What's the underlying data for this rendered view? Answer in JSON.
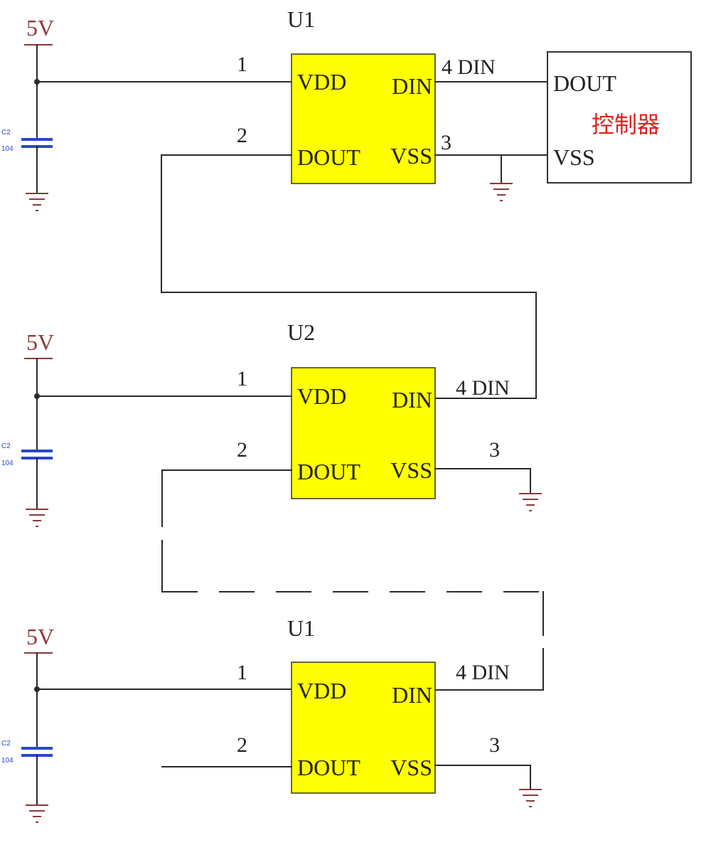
{
  "colors": {
    "chip_fill": "#ffff00",
    "power_label": "#8b3a3a",
    "capacitor": "#2b47c7",
    "controller_label": "#e02020",
    "wire": "#2a2a2a"
  },
  "stages": [
    {
      "ref": "U1",
      "power": "5V",
      "cap_ref": "C2",
      "cap_value": "104",
      "pins": {
        "vdd": "VDD",
        "dout": "DOUT",
        "din": "DIN",
        "vss": "VSS"
      },
      "pin_numbers": {
        "vdd": "1",
        "dout": "2",
        "vss": "3",
        "din": "4 DIN"
      }
    },
    {
      "ref": "U2",
      "power": "5V",
      "cap_ref": "C2",
      "cap_value": "104",
      "pins": {
        "vdd": "VDD",
        "dout": "DOUT",
        "din": "DIN",
        "vss": "VSS"
      },
      "pin_numbers": {
        "vdd": "1",
        "dout": "2",
        "vss": "3",
        "din": "4 DIN"
      }
    },
    {
      "ref": "U1",
      "power": "5V",
      "cap_ref": "C2",
      "cap_value": "104",
      "pins": {
        "vdd": "VDD",
        "dout": "DOUT",
        "din": "DIN",
        "vss": "VSS"
      },
      "pin_numbers": {
        "vdd": "1",
        "dout": "2",
        "vss": "3",
        "din": "4 DIN"
      }
    }
  ],
  "controller": {
    "name": "控制器",
    "pin_dout": "DOUT",
    "pin_vss": "VSS"
  }
}
